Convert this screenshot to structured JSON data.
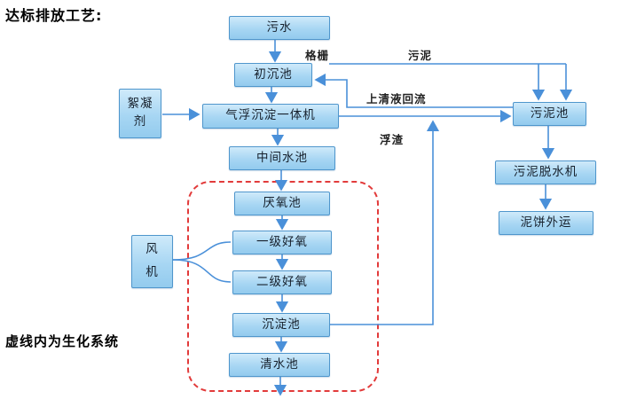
{
  "title": "达标排放工艺:",
  "note": "虚线内为生化系统",
  "nodes": {
    "sewage": "污水",
    "primary_sedimentation": "初沉池",
    "air_flotation": "气浮沉淀一体机",
    "flocculant": "絮凝\n剂",
    "intermediate_tank": "中间水池",
    "anaerobic_tank": "厌氧池",
    "primary_aerobic": "一级好氧",
    "secondary_aerobic": "二级好氧",
    "sedimentation_tank": "沉淀池",
    "clear_water_tank": "清水池",
    "blower": "风\n机",
    "sludge_tank": "污泥池",
    "sludge_dewatering": "污泥脱水机",
    "mud_cake_transport": "泥饼外运"
  },
  "flow_labels": {
    "screen": "格栅",
    "sludge": "污泥",
    "supernatant_reflux": "上清液回流",
    "scum": "浮渣"
  },
  "colors": {
    "box_border": "#4f96cc",
    "box_fill": "#a7d6f3",
    "arrow": "#4a90d9",
    "region_border": "#e23b3b",
    "text": "#000000"
  }
}
